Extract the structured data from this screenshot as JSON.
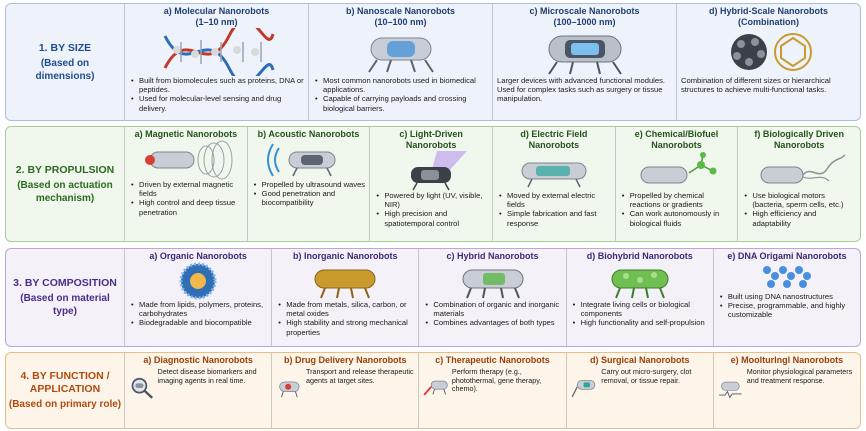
{
  "rows": [
    {
      "label": {
        "title": "1. BY SIZE",
        "sub": "(Based on dimensions)"
      },
      "cells": [
        {
          "title": "a) Molecular Nanorobots",
          "title2": "(1–10 nm)",
          "icon": "dna-helix-icon",
          "bullets": [
            "Built from biomolecules such as proteins, DNA or peptides.",
            "Used for molecular-level sensing and drug delivery."
          ]
        },
        {
          "title": "b) Nanoscale Nanorobots",
          "title2": "(10–100 nm)",
          "icon": "nanorobot-icon",
          "bullets": [
            "Most common nanorobots used in biomedical applications.",
            "Capable of carrying payloads and crossing biological barriers."
          ]
        },
        {
          "title": "c) Microscale Nanorobots",
          "title2": "(100–1000 nm)",
          "icon": "micro-device-icon",
          "text": [
            "Larger devices with advanced functional modules.",
            "Used for complex tasks such as surgery or tissue manipulation."
          ]
        },
        {
          "title": "d) Hybrid-Scale Nanorobots",
          "title2": "(Combination)",
          "icon": "fullerene-icon",
          "text": [
            "Combination of different sizes or hierarchical structures to achieve multi-functional tasks."
          ]
        }
      ]
    },
    {
      "label": {
        "title": "2. BY PROPULSION",
        "sub": "(Based on actuation mechanism)"
      },
      "cells": [
        {
          "title": "a) Magnetic Nanorobots",
          "icon": "magnetic-field-icon",
          "bullets": [
            "Driven by external magnetic fields",
            "High control and deep tissue penetration"
          ]
        },
        {
          "title": "b) Acoustic Nanorobots",
          "icon": "ultrasound-wave-icon",
          "bullets": [
            "Propelled by ultrasound waves",
            "Good penetration and biocompatibility"
          ]
        },
        {
          "title": "c) Light-Driven Nanorobots",
          "icon": "light-beam-icon",
          "bullets": [
            "Powered by light (UV, visible, NIR)",
            "High precision and spatiotemporal control"
          ]
        },
        {
          "title": "d) Electric Field Nanorobots",
          "icon": "electric-field-icon",
          "bullets": [
            "Moved by external electric fields",
            "Simple fabrication and fast response"
          ]
        },
        {
          "title": "e) Chemical/Biofuel Nanorobots",
          "icon": "molecule-icon",
          "bullets": [
            "Propelled by chemical reactions or gradients",
            "Can work autonomously in biological fluids"
          ]
        },
        {
          "title": "f) Biologically Driven Nanorobots",
          "icon": "flagella-icon",
          "bullets": [
            "Use biological motors (bacteria, sperm cells, etc.)",
            "High efficiency and adaptability"
          ]
        }
      ]
    },
    {
      "label": {
        "title": "3. BY COMPOSITION",
        "sub": "(Based on material type)"
      },
      "cells": [
        {
          "title": "a) Organic Nanorobots",
          "icon": "liposome-icon",
          "bullets": [
            "Made from lipids, polymers, proteins, carbohydrates",
            "Biodegradable and biocompatible"
          ]
        },
        {
          "title": "b) Inorganic Nanorobots",
          "icon": "metal-robot-icon",
          "bullets": [
            "Made from metals, silica, carbon, or metal oxides",
            "High stability and strong mechanical properties"
          ]
        },
        {
          "title": "c) Hybrid Nanorobots",
          "icon": "hybrid-robot-icon",
          "bullets": [
            "Combination of organic and inorganic materials",
            "Combines advantages of both types"
          ]
        },
        {
          "title": "d) Biohybrid Nanorobots",
          "icon": "biohybrid-robot-icon",
          "bullets": [
            "Integrate living cells or biological components",
            "High functionality and self-propulsion"
          ]
        },
        {
          "title": "e) DNA Origami Nanorobots",
          "icon": "dna-origami-icon",
          "bullets": [
            "Built using DNA nanostructures",
            "Precise, programmable, and highly customizable"
          ]
        }
      ]
    },
    {
      "label": {
        "title": "4. BY FUNCTION / APPLICATION",
        "sub": "(Based on primary role)"
      },
      "cells": [
        {
          "title": "a) Diagnostic Nanorobots",
          "icon": "magnifier-icon",
          "text": "Detect disease biomarkers and imaging agents in real time."
        },
        {
          "title": "b) Drug Delivery Nanorobots",
          "icon": "drug-capsule-icon",
          "text": "Transport and release therapeutic agents at target sites."
        },
        {
          "title": "c) Therapeutic Nanorobots",
          "icon": "laser-robot-icon",
          "text": "Perform therapy (e.g., photothermal, gene therapy, chemo)."
        },
        {
          "title": "d) Surgical Nanorobots",
          "icon": "scalpel-robot-icon",
          "text": "Carry out micro-surgery, clot removal, or tissue repair."
        },
        {
          "title": "e) Moolturlngl Nanorobots",
          "icon": "monitor-robot-icon",
          "text": "Monitor physiological parameters and treatment response."
        }
      ]
    }
  ],
  "colors": {
    "size": "#1f4b8e",
    "propulsion": "#2c6a22",
    "composition": "#4b2d8a",
    "function": "#b24a0c"
  }
}
